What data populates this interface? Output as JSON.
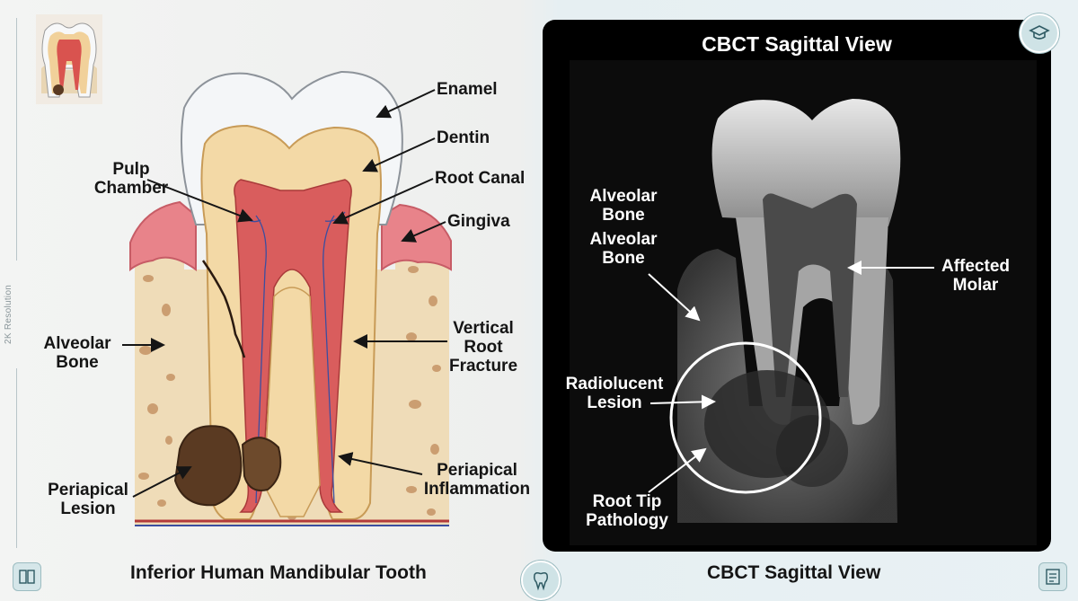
{
  "side_label": "2K Resolution",
  "left_panel": {
    "caption": "Inferior Human Mandibular Tooth",
    "labels": {
      "enamel": "Enamel",
      "dentin": "Dentin",
      "pulp_chamber_1": "Pulp",
      "pulp_chamber_2": "Chamber",
      "root_canal": "Root Canal",
      "gingiva": "Gingiva",
      "alveolar_bone_1": "Alveolar",
      "alveolar_bone_2": "Bone",
      "vertical_root_fracture_1": "Vertical",
      "vertical_root_fracture_2": "Root",
      "vertical_root_fracture_3": "Fracture",
      "periapical_lesion_1": "Periapical",
      "periapical_lesion_2": "Lesion",
      "periapical_inflammation_1": "Periapical",
      "periapical_inflammation_2": "Inflammation"
    }
  },
  "right_panel": {
    "title": "CBCT Sagittal View",
    "caption": "CBCT Sagittal View",
    "labels": {
      "alveolar_bone_a1": "Alveolar",
      "alveolar_bone_a2": "Bone",
      "alveolar_bone_b1": "Alveolar",
      "alveolar_bone_b2": "Bone",
      "affected_molar_1": "Affected",
      "affected_molar_2": "Molar",
      "radiolucent_lesion_1": "Radiolucent",
      "radiolucent_lesion_2": "Lesion",
      "root_tip_pathology_1": "Root Tip",
      "root_tip_pathology_2": "Pathology"
    }
  },
  "icons": [
    "graduation-cap-icon",
    "tooth-badge-icon",
    "book-icon",
    "notes-icon"
  ],
  "colors": {
    "enamel": "#f4f6f8",
    "dentin": "#f3d9a6",
    "pulp": "#d95d5d",
    "gingiva": "#e8838a",
    "bone": "#efdcb8",
    "lesion": "#5a3a22",
    "badge": "#cfe3e6"
  }
}
